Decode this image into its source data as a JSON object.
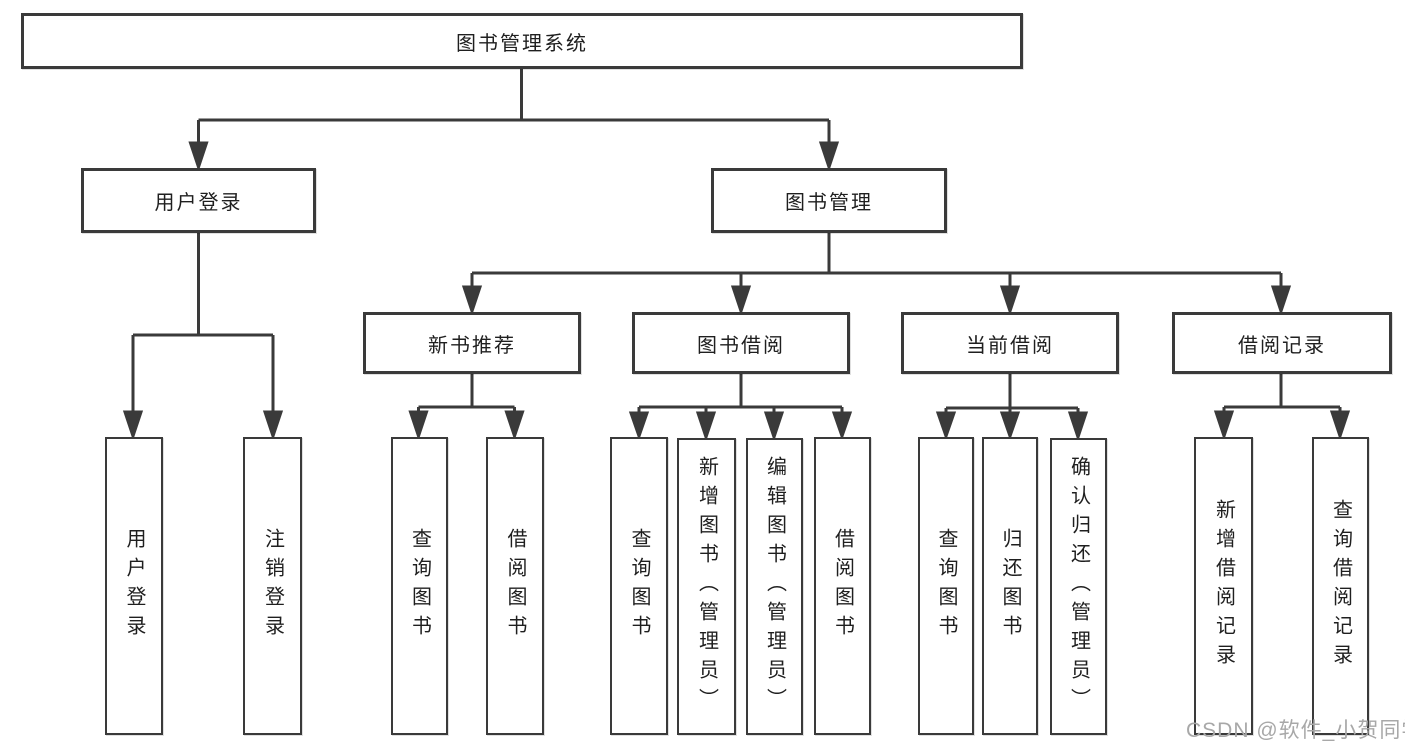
{
  "tree": {
    "root": {
      "label": "图书管理系统"
    },
    "level1": [
      {
        "label": "用户登录",
        "children": [
          {
            "label": "用户登录"
          },
          {
            "label": "注销登录"
          }
        ]
      },
      {
        "label": "图书管理",
        "children": [
          {
            "label": "新书推荐",
            "children": [
              {
                "label": "查询图书"
              },
              {
                "label": "借阅图书"
              }
            ]
          },
          {
            "label": "图书借阅",
            "children": [
              {
                "label": "查询图书"
              },
              {
                "label": "新增图书（管理员）"
              },
              {
                "label": "编辑图书（管理员）"
              },
              {
                "label": "借阅图书"
              }
            ]
          },
          {
            "label": "当前借阅",
            "children": [
              {
                "label": "查询图书"
              },
              {
                "label": "归还图书"
              },
              {
                "label": "确认归还（管理员）"
              }
            ]
          },
          {
            "label": "借阅记录",
            "children": [
              {
                "label": "新增借阅记录"
              },
              {
                "label": "查询借阅记录"
              }
            ]
          }
        ]
      }
    ]
  },
  "watermark": {
    "text": "CSDN @软件_小贺同学"
  },
  "colors": {
    "line": "#3a3a3a",
    "text": "#1f1f1f",
    "watermark": "#a8a8a8",
    "background": "#ffffff"
  }
}
